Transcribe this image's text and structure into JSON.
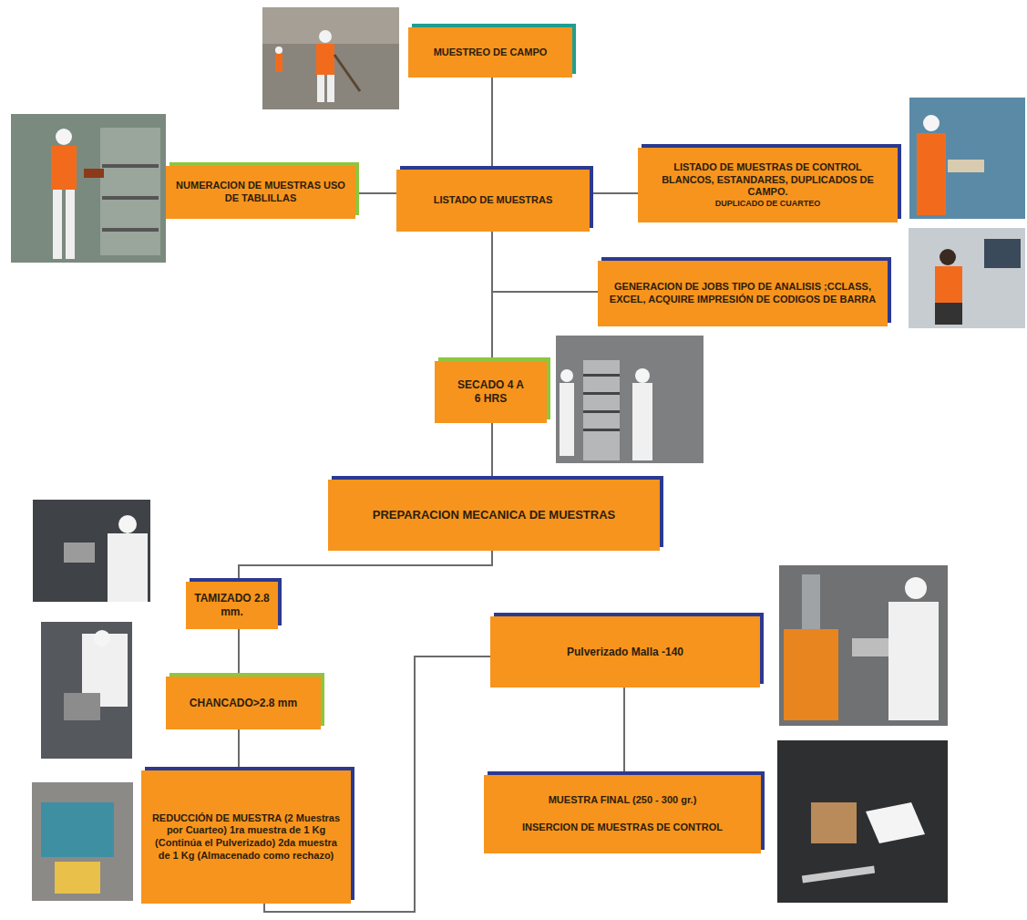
{
  "diagram": {
    "nodes": [
      {
        "text": [
          "MUESTREO DE CAMPO"
        ]
      },
      {
        "text": [
          "NUMERACION DE MUESTRAS USO DE TABLILLAS"
        ]
      },
      {
        "text": [
          "LISTADO DE MUESTRAS"
        ]
      },
      {
        "text": [
          "LISTADO DE MUESTRAS DE CONTROL BLANCOS, ESTANDARES, DUPLICADOS DE CAMPO.",
          "DUPLICADO DE CUARTEO"
        ]
      },
      {
        "text": [
          "GENERACION DE JOBS TIPO DE ANALISIS ;CCLASS, EXCEL, ACQUIRE IMPRESIÓN DE CODIGOS DE BARRA"
        ]
      },
      {
        "text": [
          "SECADO 4 A 6 HRS"
        ]
      },
      {
        "text": [
          "PREPARACION MECANICA DE MUESTRAS"
        ]
      },
      {
        "text": [
          "TAMIZADO 2.8 mm."
        ]
      },
      {
        "text": [
          "CHANCADO>2.8 mm"
        ]
      },
      {
        "text": [
          "REDUCCIÓN DE MUESTRA (2 Muestras por Cuarteo) 1ra muestra de 1 Kg (Continúa el Pulverizado) 2da muestra de 1 Kg (Almacenado como rechazo)"
        ]
      },
      {
        "text": [
          "Pulverizado Malla -140"
        ]
      },
      {
        "text": [
          "MUESTRA FINAL (250 - 300 gr.)",
          "INSERCION DE MUESTRAS DE CONTROL"
        ]
      }
    ],
    "edges": [
      {
        "from": 0,
        "to": 2,
        "arrow": "none"
      },
      {
        "from": 2,
        "to": 1,
        "arrow": "none"
      },
      {
        "from": 2,
        "to": 3,
        "arrow": "none"
      },
      {
        "from": 2,
        "to": 4,
        "arrow": "none"
      },
      {
        "from": 2,
        "to": 5,
        "arrow": "none"
      },
      {
        "from": 5,
        "to": 6,
        "arrow": "none"
      },
      {
        "from": 6,
        "to": 7,
        "arrow": "none"
      },
      {
        "from": 7,
        "to": 8,
        "arrow": "none"
      },
      {
        "from": 8,
        "to": 9,
        "arrow": "none"
      },
      {
        "from": 9,
        "to": 10,
        "arrow": "none"
      },
      {
        "from": 10,
        "to": 11,
        "arrow": "none"
      }
    ]
  }
}
